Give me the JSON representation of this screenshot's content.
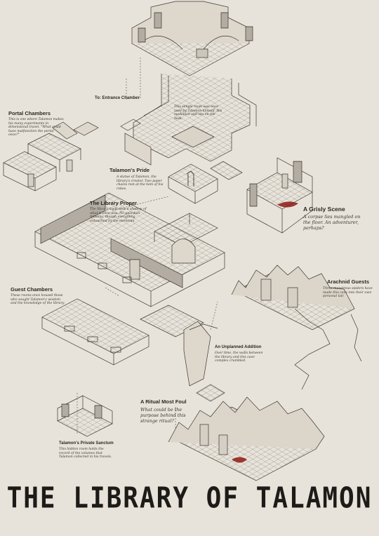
{
  "title": "THE LIBRARY OF TALAMON",
  "locations": [
    {
      "id": "entrance",
      "name": "To: Entrance Chamber",
      "note": ""
    },
    {
      "id": "altar",
      "name": "",
      "note": "This simple room was once used by Talamon himself. His medallion still sits on the desk."
    },
    {
      "id": "portal",
      "name": "Portal Chambers",
      "note": "This is one where Talamon makes his many experiments in dimensional travel. \"What could have malfunction the portal once?\""
    },
    {
      "id": "pride",
      "name": "Talamon's Pride",
      "note": "A statue of Talamon, the library's creator. Two paper chains rest at the hem of his robes."
    },
    {
      "id": "grisly",
      "name": "A Grisly Scene",
      "note": "A corpse lies mangled on the floor. An adventurer, perhaps?"
    },
    {
      "id": "library",
      "name": "The Library Proper",
      "note": "The library itself, now a shadow of what it once was. No guardian remains, though everything untouched by the elements."
    },
    {
      "id": "arachnid",
      "name": "Arachnid Guests",
      "note": "Three monstrous spiders have made this cave into their own personal lair."
    },
    {
      "id": "guest",
      "name": "Guest Chambers",
      "note": "These rooms once housed those who sought Talamon's wisdom and the knowledge of the library."
    },
    {
      "id": "unplanned",
      "name": "An Unplanned Addition",
      "note": "Over time, the walls between the library and this cave complex crumbled."
    },
    {
      "id": "ritual",
      "name": "A Ritual Most Foul",
      "note": "What could be the purpose behind this strange ritual?"
    },
    {
      "id": "sanctum",
      "name": "Talamon's Private Sanctum",
      "note": "This hidden room holds the record of the volumes that Talamon collected in his travels."
    }
  ],
  "colors": {
    "paper": "#e8e3da",
    "ink": "#2b2823",
    "blood": "#8e1a14"
  }
}
